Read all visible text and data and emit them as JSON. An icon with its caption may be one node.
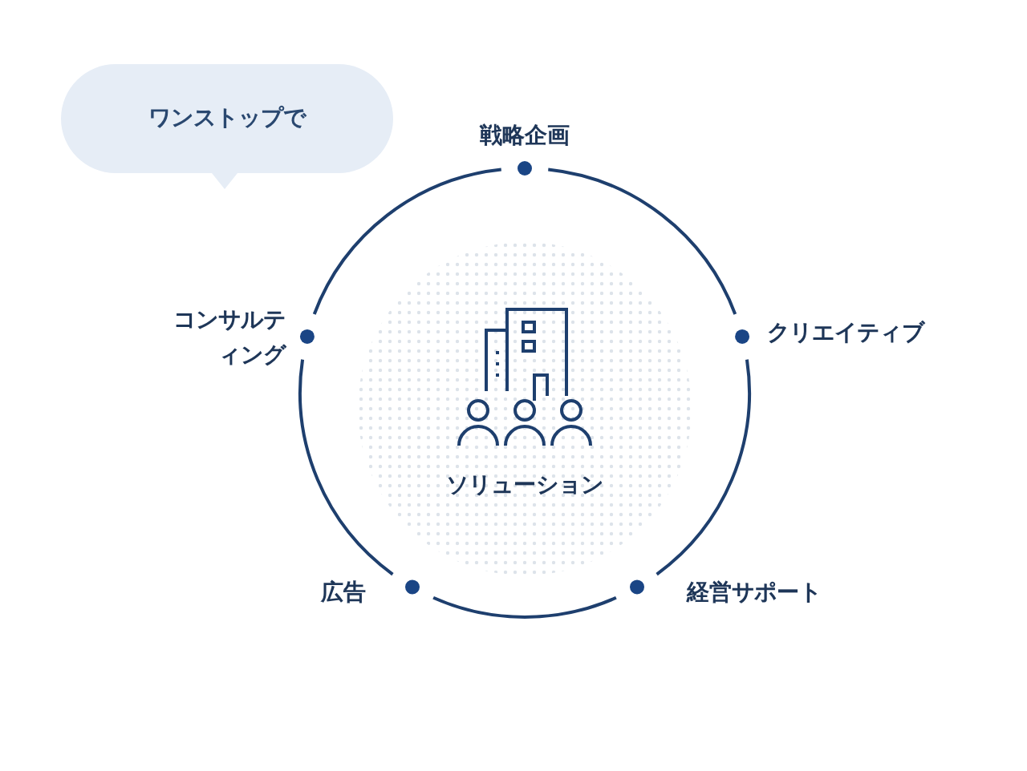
{
  "diagram": {
    "nodes": [
      {
        "text": [
          "ワンストップで"
        ]
      },
      {
        "text": [
          "ソリューション"
        ]
      }
    ],
    "labels": [
      "戦略企画",
      "コンサルティング",
      "クリエイティブ",
      "広告",
      "経営サポート"
    ]
  }
}
